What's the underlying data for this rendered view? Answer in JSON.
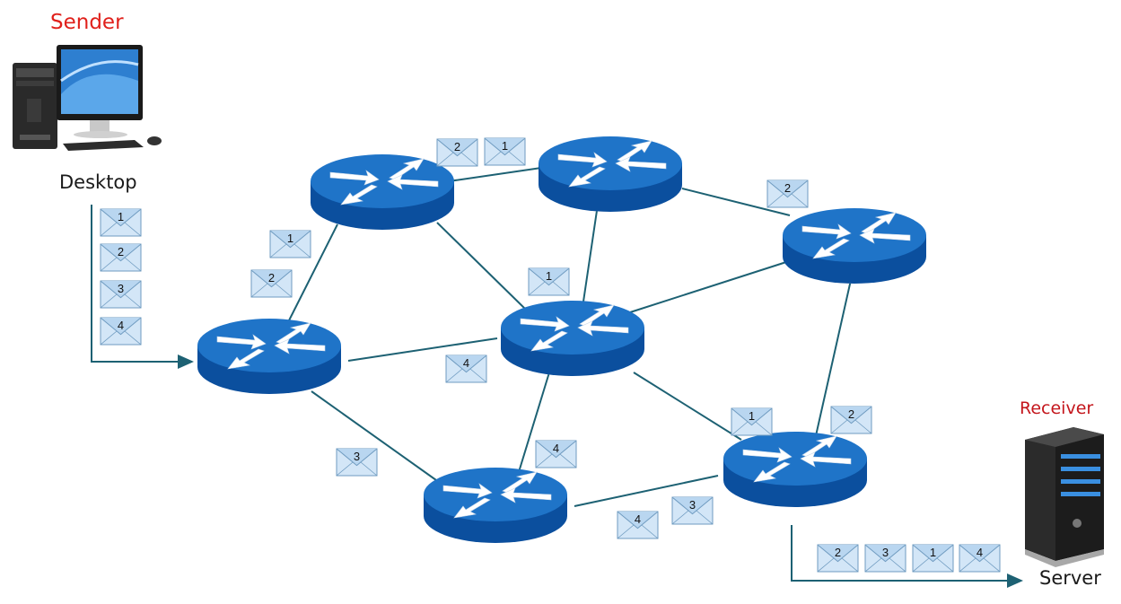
{
  "labels": {
    "sender": "Sender",
    "desktop": "Desktop",
    "receiver": "Receiver",
    "server": "Server"
  },
  "colors": {
    "router_top": "#1f74c8",
    "router_side": "#0b4f9e",
    "link": "#1d6173",
    "envelope_fill": "#d3e6f7",
    "envelope_stroke": "#6f9bc0",
    "sender_label": "#e0201b",
    "receiver_label": "#c4161c"
  },
  "packets": {
    "desktop_queue": [
      "1",
      "2",
      "3",
      "4"
    ],
    "top_link_a": [
      "2",
      "1"
    ],
    "top_right_link": [
      "2"
    ],
    "left_upper_link": [
      "1",
      "2"
    ],
    "diagonal_center": [
      "1"
    ],
    "left_center_link": [
      "4"
    ],
    "lower_left_link": [
      "3"
    ],
    "center_lower_link": [
      "4"
    ],
    "center_right_link": [
      "1"
    ],
    "right_vertical_link": [
      "2"
    ],
    "bottom_link": [
      "4",
      "3"
    ],
    "server_queue": [
      "2",
      "3",
      "1",
      "4"
    ]
  }
}
